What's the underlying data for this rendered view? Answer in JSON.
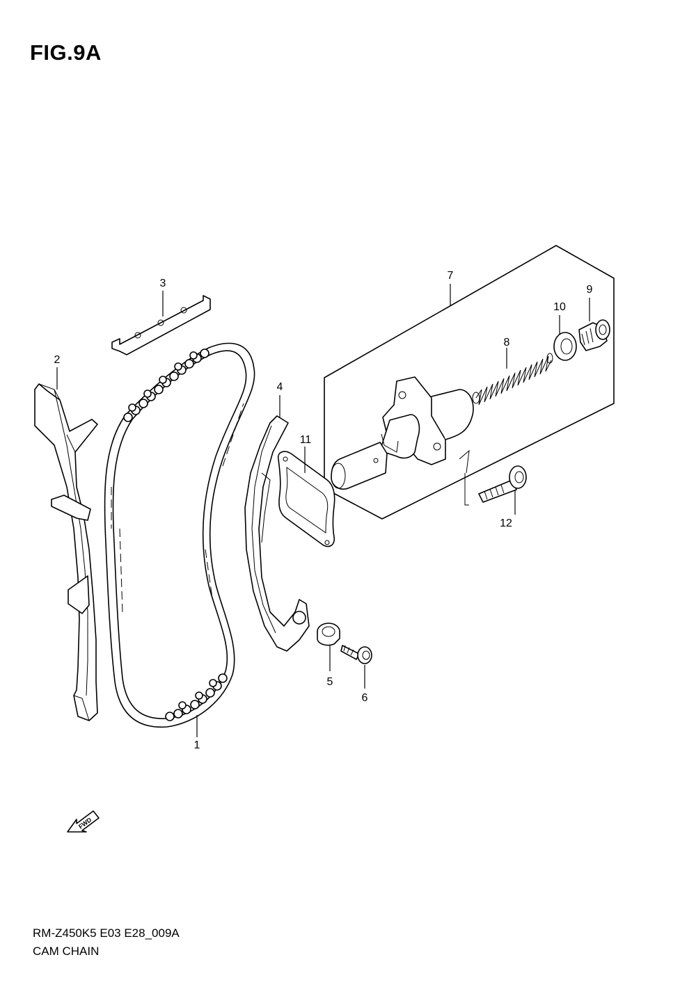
{
  "figure": {
    "title": "FIG.9A",
    "code": "RM-Z450K5  E03  E28_009A",
    "name": "CAM CHAIN",
    "fwd_label": "FWD"
  },
  "callouts": {
    "c1": "1",
    "c2": "2",
    "c3": "3",
    "c4": "4",
    "c5": "5",
    "c6": "6",
    "c7": "7",
    "c8": "8",
    "c9": "9",
    "c10": "10",
    "c11": "11",
    "c12": "12"
  }
}
